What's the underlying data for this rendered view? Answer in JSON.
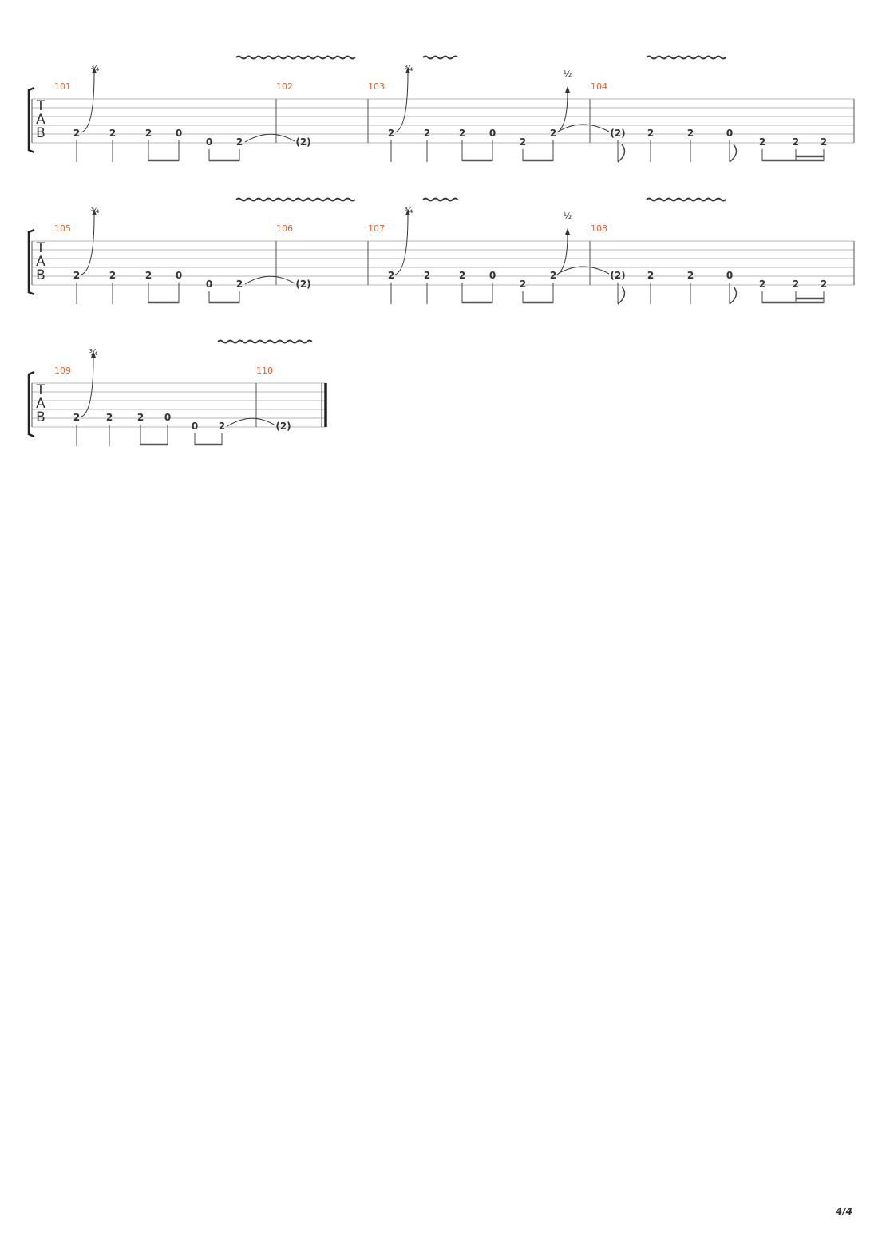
{
  "tab_labels": [
    "T",
    "A",
    "B"
  ],
  "page_number": "4/4",
  "systems": [
    {
      "measures": [
        "101",
        "102",
        "103",
        "104"
      ],
      "bends": [
        "¾",
        "¾",
        "½"
      ],
      "notes": [
        "2",
        "2",
        "2",
        "0",
        "0",
        "2",
        "(2)",
        "2",
        "2",
        "2",
        "0",
        "2",
        "2",
        "(2)",
        "2",
        "2",
        "0",
        "2",
        "2",
        "2"
      ]
    },
    {
      "measures": [
        "105",
        "106",
        "107",
        "108"
      ],
      "bends": [
        "¾",
        "¾",
        "½"
      ],
      "notes": [
        "2",
        "2",
        "2",
        "0",
        "0",
        "2",
        "(2)",
        "2",
        "2",
        "2",
        "0",
        "2",
        "2",
        "(2)",
        "2",
        "2",
        "0",
        "2",
        "2",
        "2"
      ]
    },
    {
      "measures": [
        "109",
        "110"
      ],
      "bends": [
        "¾"
      ],
      "notes": [
        "2",
        "2",
        "2",
        "0",
        "0",
        "2",
        "(2)"
      ]
    }
  ]
}
